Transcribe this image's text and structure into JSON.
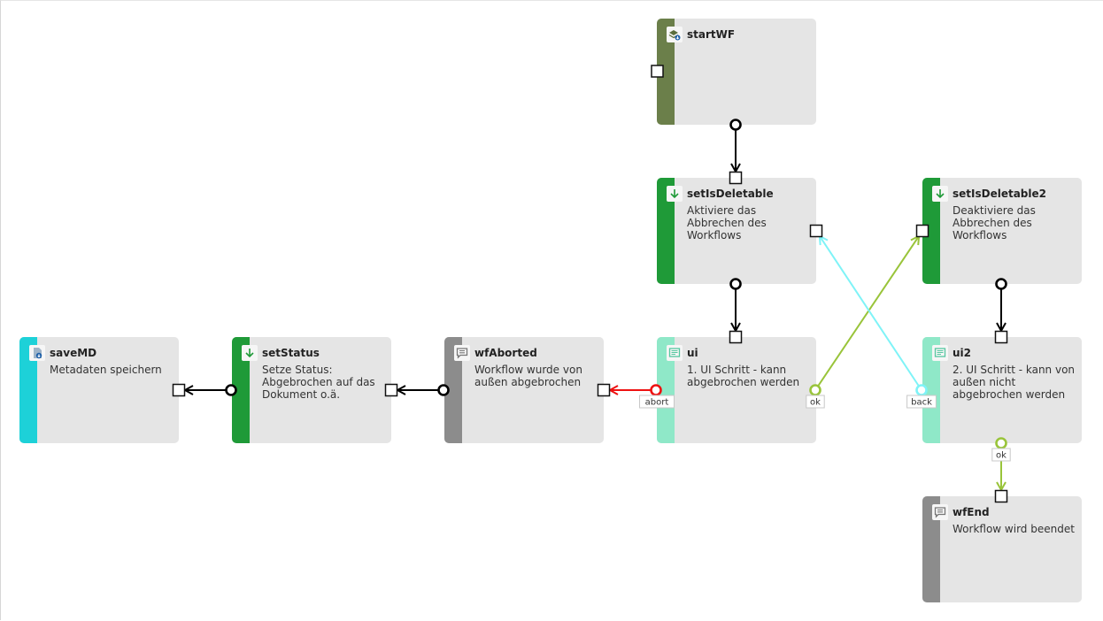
{
  "nodes": [
    {
      "id": "startWF",
      "title": "startWF",
      "desc": "",
      "stripe": "#6b7f4a",
      "icon": "layers-export-icon"
    },
    {
      "id": "setIsDeletable",
      "title": "setIsDeletable",
      "desc": "Aktiviere das Abbrechen des Workflows",
      "stripe": "#1f9a38",
      "icon": "arrow-down-icon"
    },
    {
      "id": "setIsDeletable2",
      "title": "setIsDeletable2",
      "desc": "Deaktiviere das Abbrechen des Workflows",
      "stripe": "#1f9a38",
      "icon": "arrow-down-icon"
    },
    {
      "id": "saveMD",
      "title": "saveMD",
      "desc": "Metadaten speichern",
      "stripe": "#1dd1d8",
      "icon": "document-save-icon"
    },
    {
      "id": "setStatus",
      "title": "setStatus",
      "desc": "Setze Status: Abgebrochen auf das Dokument o.ä.",
      "stripe": "#1f9a38",
      "icon": "arrow-down-icon"
    },
    {
      "id": "wfAborted",
      "title": "wfAborted",
      "desc": "Workflow wurde von außen abgebrochen",
      "stripe": "#8c8c8c",
      "icon": "message-icon"
    },
    {
      "id": "ui",
      "title": "ui",
      "desc": "1. UI Schritt - kann abgebrochen werden",
      "stripe": "#8fe8c8",
      "icon": "form-icon"
    },
    {
      "id": "ui2",
      "title": "ui2",
      "desc": "2. UI Schritt - kann von außen nicht abgebrochen werden",
      "stripe": "#8fe8c8",
      "icon": "form-icon"
    },
    {
      "id": "wfEnd",
      "title": "wfEnd",
      "desc": "Workflow wird beendet",
      "stripe": "#8c8c8c",
      "icon": "message-icon"
    }
  ],
  "edges": [
    {
      "from": "startWF",
      "to": "setIsDeletable",
      "label": "",
      "color": "#000000"
    },
    {
      "from": "setIsDeletable",
      "to": "ui",
      "label": "",
      "color": "#000000"
    },
    {
      "from": "setIsDeletable2",
      "to": "ui2",
      "label": "",
      "color": "#000000"
    },
    {
      "from": "setStatus",
      "to": "saveMD",
      "label": "",
      "color": "#000000"
    },
    {
      "from": "wfAborted",
      "to": "setStatus",
      "label": "",
      "color": "#000000"
    },
    {
      "from": "ui",
      "to": "wfAborted",
      "label": "abort",
      "color": "#ee1111"
    },
    {
      "from": "ui",
      "to": "setIsDeletable2",
      "label": "ok",
      "color": "#99c43a"
    },
    {
      "from": "ui2",
      "to": "setIsDeletable",
      "label": "back",
      "color": "#7ff3f7"
    },
    {
      "from": "ui2",
      "to": "wfEnd",
      "label": "ok",
      "color": "#99c43a"
    }
  ]
}
